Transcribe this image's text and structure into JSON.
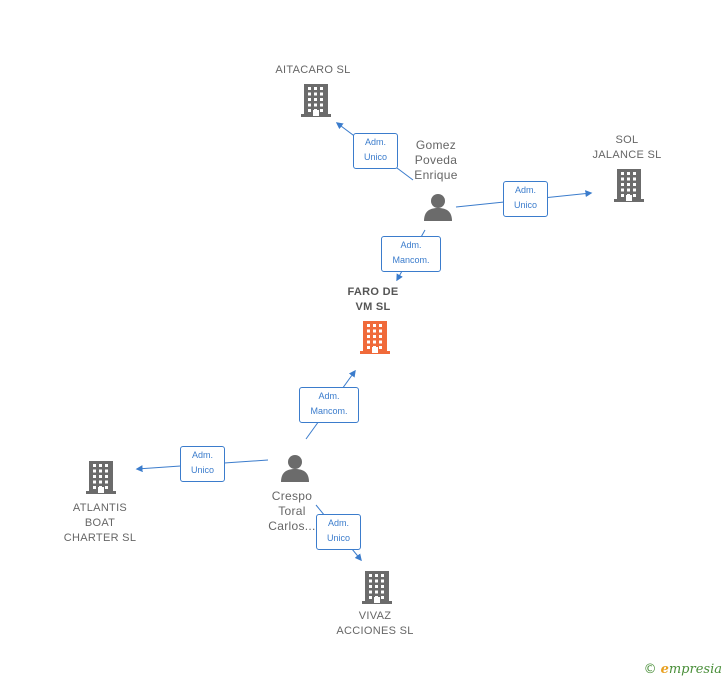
{
  "colors": {
    "edge": "#3b7ccc",
    "building": "#6b6b6b",
    "building_main": "#f06a3a",
    "person": "#6b6b6b",
    "label": "#666666"
  },
  "nodes": {
    "aitacaro": {
      "type": "company",
      "icon": "building-icon",
      "lines": [
        "AITACARO  SL"
      ]
    },
    "sol_jalance": {
      "type": "company",
      "icon": "building-icon",
      "lines": [
        "SOL",
        "JALANCE  SL"
      ]
    },
    "faro": {
      "type": "company-main",
      "icon": "building-icon",
      "lines": [
        "FARO DE",
        "VM  SL"
      ]
    },
    "atlantis": {
      "type": "company",
      "icon": "building-icon",
      "lines": [
        "ATLANTIS",
        "BOAT",
        "CHARTER  SL"
      ]
    },
    "vivaz": {
      "type": "company",
      "icon": "building-icon",
      "lines": [
        "VIVAZ",
        "ACCIONES SL"
      ]
    },
    "gomez": {
      "type": "person",
      "icon": "person-icon",
      "lines": [
        "Gomez",
        "Poveda",
        "Enrique"
      ]
    },
    "crespo": {
      "type": "person",
      "icon": "person-icon",
      "lines": [
        "Crespo",
        "Toral",
        "Carlos..."
      ]
    }
  },
  "edges": [
    {
      "from": "gomez",
      "to": "aitacaro",
      "lines": [
        "Adm.",
        "Unico"
      ]
    },
    {
      "from": "gomez",
      "to": "sol_jalance",
      "lines": [
        "Adm.",
        "Unico"
      ]
    },
    {
      "from": "gomez",
      "to": "faro",
      "lines": [
        "Adm.",
        "Mancom."
      ]
    },
    {
      "from": "crespo",
      "to": "faro",
      "lines": [
        "Adm.",
        "Mancom."
      ]
    },
    {
      "from": "crespo",
      "to": "atlantis",
      "lines": [
        "Adm.",
        "Unico"
      ]
    },
    {
      "from": "crespo",
      "to": "vivaz",
      "lines": [
        "Adm.",
        "Unico"
      ]
    }
  ],
  "footer": {
    "copyright_symbol": "©",
    "brand_initial": "e",
    "brand_rest": "mpresia"
  }
}
